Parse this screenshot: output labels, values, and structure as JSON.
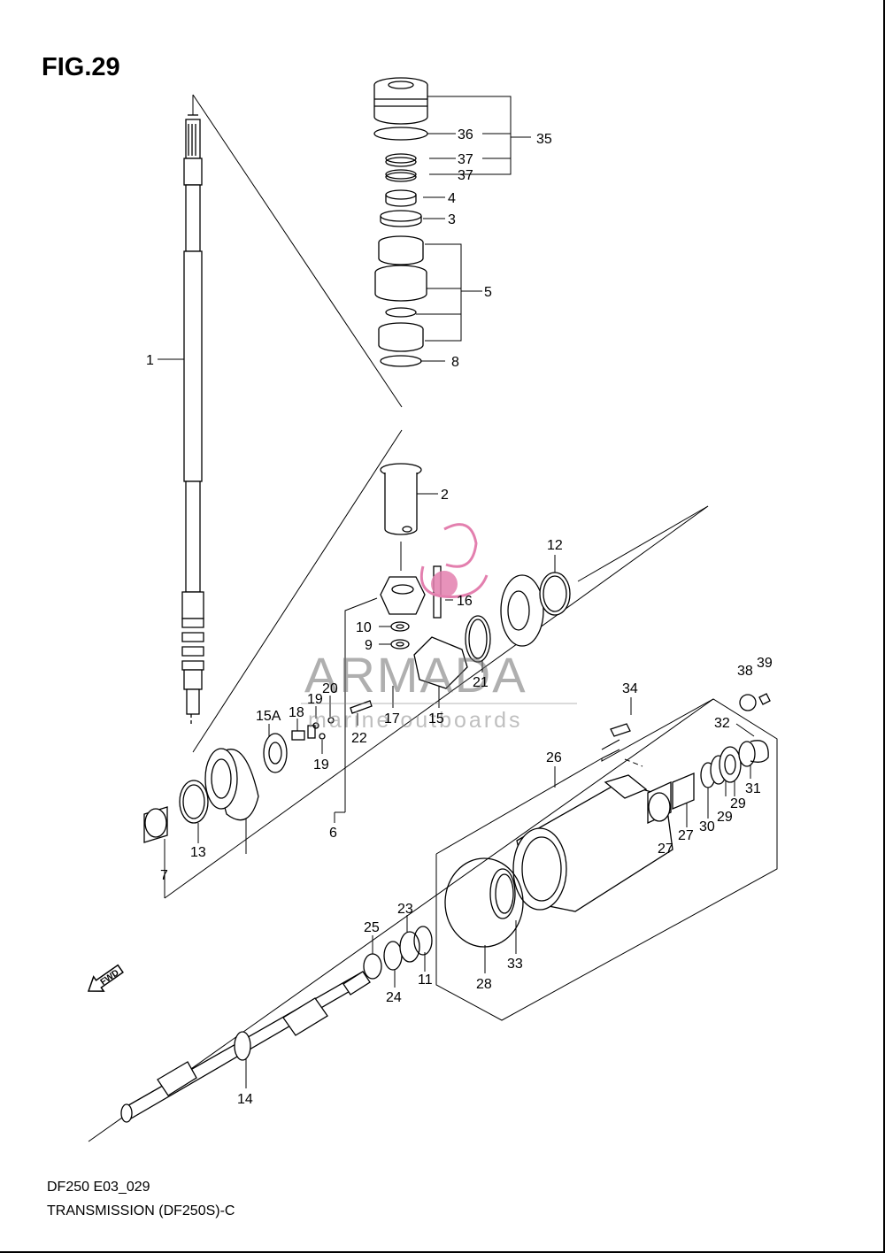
{
  "figure": {
    "title": "FIG.29",
    "code": "DF250 E03_029",
    "caption": "TRANSMISSION (DF250S)-C"
  },
  "callouts": [
    {
      "id": "c1",
      "label": "1"
    },
    {
      "id": "c2",
      "label": "2"
    },
    {
      "id": "c3",
      "label": "3"
    },
    {
      "id": "c4",
      "label": "4"
    },
    {
      "id": "c5",
      "label": "5"
    },
    {
      "id": "c6",
      "label": "6"
    },
    {
      "id": "c7",
      "label": "7"
    },
    {
      "id": "c8",
      "label": "8"
    },
    {
      "id": "c9",
      "label": "9"
    },
    {
      "id": "c10",
      "label": "10"
    },
    {
      "id": "c11",
      "label": "11"
    },
    {
      "id": "c12",
      "label": "12"
    },
    {
      "id": "c13",
      "label": "13"
    },
    {
      "id": "c14",
      "label": "14"
    },
    {
      "id": "c15",
      "label": "15"
    },
    {
      "id": "c15a",
      "label": "15A"
    },
    {
      "id": "c16",
      "label": "16"
    },
    {
      "id": "c17",
      "label": "17"
    },
    {
      "id": "c18",
      "label": "18"
    },
    {
      "id": "c19a",
      "label": "19"
    },
    {
      "id": "c19b",
      "label": "19"
    },
    {
      "id": "c20",
      "label": "20"
    },
    {
      "id": "c21",
      "label": "21"
    },
    {
      "id": "c22",
      "label": "22"
    },
    {
      "id": "c23",
      "label": "23"
    },
    {
      "id": "c24",
      "label": "24"
    },
    {
      "id": "c25",
      "label": "25"
    },
    {
      "id": "c26",
      "label": "26"
    },
    {
      "id": "c27a",
      "label": "27"
    },
    {
      "id": "c27b",
      "label": "27"
    },
    {
      "id": "c28",
      "label": "28"
    },
    {
      "id": "c29a",
      "label": "29"
    },
    {
      "id": "c29b",
      "label": "29"
    },
    {
      "id": "c30",
      "label": "30"
    },
    {
      "id": "c31",
      "label": "31"
    },
    {
      "id": "c32",
      "label": "32"
    },
    {
      "id": "c33",
      "label": "33"
    },
    {
      "id": "c34",
      "label": "34"
    },
    {
      "id": "c35",
      "label": "35"
    },
    {
      "id": "c36",
      "label": "36"
    },
    {
      "id": "c37a",
      "label": "37"
    },
    {
      "id": "c37b",
      "label": "37"
    },
    {
      "id": "c38",
      "label": "38"
    },
    {
      "id": "c39",
      "label": "39"
    }
  ],
  "watermark": {
    "brand": "ARMADA",
    "tagline": "marine outboards",
    "accent": "#e37fae"
  },
  "direction": {
    "label": "FWD"
  }
}
